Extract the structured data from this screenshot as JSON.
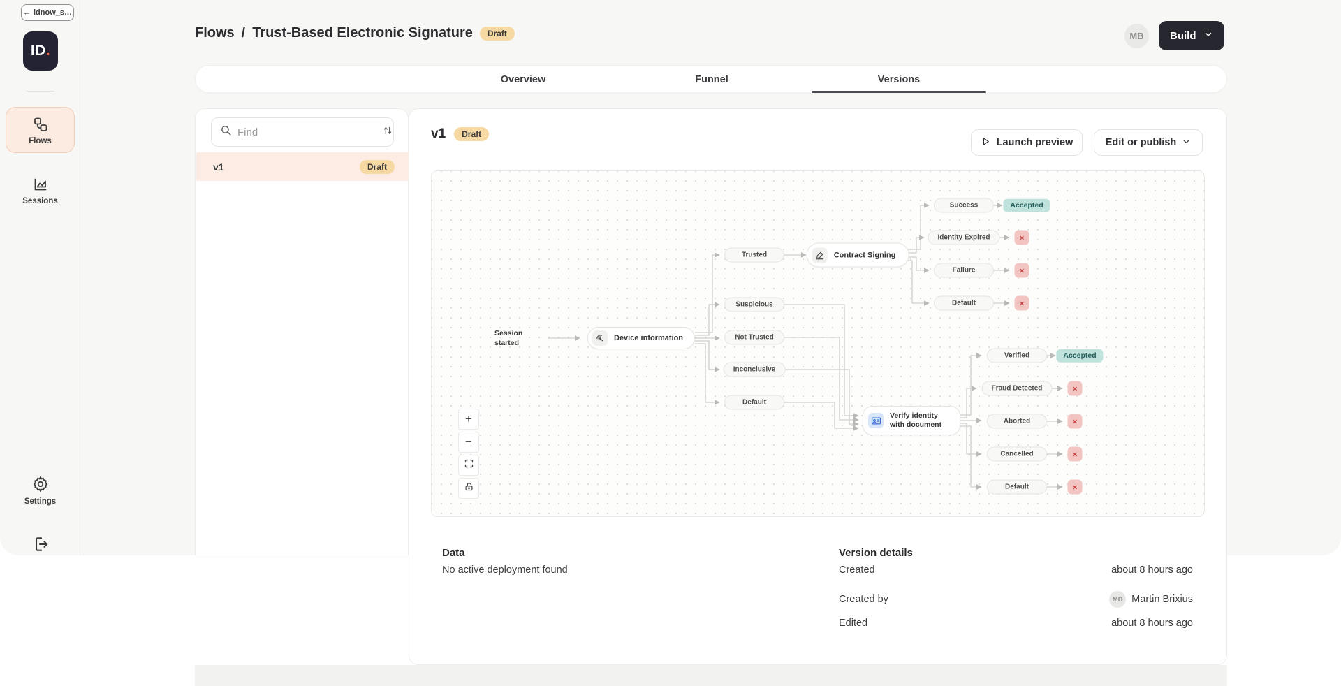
{
  "browser_tab": {
    "label": "idnow_s…",
    "back_arrow": "←"
  },
  "sidebar": {
    "logo_main": "ID",
    "logo_dot": ".",
    "items": [
      {
        "label": "Flows",
        "icon": "workflow-icon",
        "active": true
      },
      {
        "label": "Sessions",
        "icon": "sessions-chart-icon",
        "active": false
      },
      {
        "label": "Settings",
        "icon": "gear-icon",
        "active": false
      }
    ]
  },
  "header": {
    "breadcrumb_root": "Flows",
    "breadcrumb_separator": "/",
    "breadcrumb_current": "Trust-Based Electronic Signature",
    "status_badge": "Draft",
    "avatar_initials": "MB",
    "build_button_label": "Build"
  },
  "tabs": {
    "overview": "Overview",
    "funnel": "Funnel",
    "versions": "Versions"
  },
  "versions_panel": {
    "search_placeholder": "Find",
    "items": [
      {
        "name": "v1",
        "badge": "Draft"
      }
    ]
  },
  "version_detail": {
    "title": "v1",
    "badge": "Draft",
    "launch_button": "Launch preview",
    "publish_button": "Edit or publish"
  },
  "flow": {
    "start_label": "Session started",
    "nodes": {
      "device": {
        "label": "Device information",
        "icon": "device-radar-icon"
      },
      "contract": {
        "label": "Contract Signing",
        "icon": "signature-pen-icon"
      },
      "verify": {
        "label": "Verify identity with document",
        "icon": "id-card-icon"
      }
    },
    "device_branches": [
      "Trusted",
      "Suspicious",
      "Not Trusted",
      "Inconclusive",
      "Default"
    ],
    "contract_branches": [
      {
        "label": "Success",
        "outcome": "Accepted",
        "outcome_type": "accepted"
      },
      {
        "label": "Identity Expired",
        "outcome_type": "rejected"
      },
      {
        "label": "Failure",
        "outcome_type": "rejected"
      },
      {
        "label": "Default",
        "outcome_type": "rejected"
      }
    ],
    "verify_branches": [
      {
        "label": "Verified",
        "outcome": "Accepted",
        "outcome_type": "accepted"
      },
      {
        "label": "Fraud Detected",
        "outcome_type": "rejected"
      },
      {
        "label": "Aborted",
        "outcome_type": "rejected"
      },
      {
        "label": "Cancelled",
        "outcome_type": "rejected"
      },
      {
        "label": "Default",
        "outcome_type": "rejected"
      }
    ],
    "reject_mark": "×",
    "zoom_controls": {
      "zoom_in": "+",
      "zoom_out": "−"
    }
  },
  "info": {
    "data_title": "Data",
    "data_text": "No active deployment found",
    "details_title": "Version details",
    "rows": [
      {
        "label": "Created",
        "value": "about 8 hours ago"
      },
      {
        "label": "Created by",
        "value": "Martin Brixius",
        "avatar": "MB"
      },
      {
        "label": "Edited",
        "value": "about 8 hours ago"
      }
    ]
  },
  "colors": {
    "accent_orange": "#f2654a",
    "badge_amber": "#f6d9a2",
    "accepted_teal": "#bfe2dd",
    "rejected_red": "#f2c4c2",
    "dark_button": "#27272f",
    "active_item_bg": "#fcebe1"
  }
}
